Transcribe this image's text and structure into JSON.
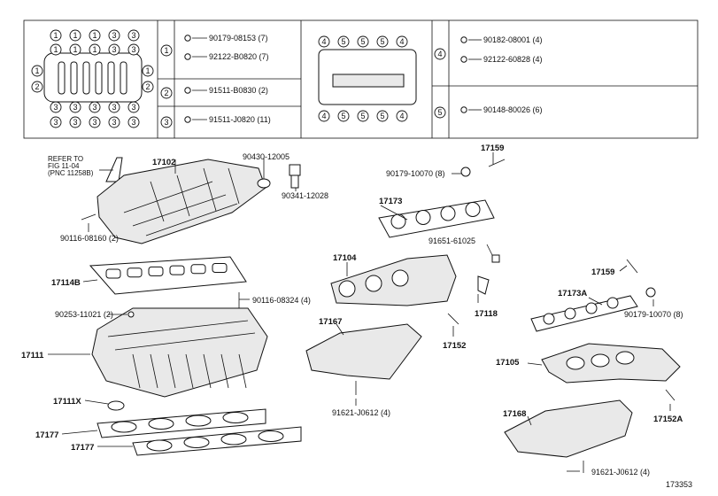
{
  "legend": {
    "items": [
      {
        "key": "1",
        "parts": [
          "90179-08153 (7)",
          "92122-B0820 (7)"
        ]
      },
      {
        "key": "2",
        "parts": [
          "91511-B0830 (2)"
        ]
      },
      {
        "key": "3",
        "parts": [
          "91511-J0820 (11)"
        ]
      },
      {
        "key": "4",
        "parts": [
          "90182-08001 (4)",
          "92122-60828 (4)"
        ]
      },
      {
        "key": "5",
        "parts": [
          "90148-80026 (6)"
        ]
      }
    ],
    "intake_map": {
      "top_row": [
        "1",
        "1",
        "1",
        "3",
        "3"
      ],
      "second_row": [
        "1",
        "1",
        "1",
        "3",
        "3"
      ],
      "left_col": [
        "1",
        "2"
      ],
      "right_col": [
        "1",
        "2"
      ],
      "bottom_row1": [
        "3",
        "3",
        "3",
        "3",
        "3"
      ],
      "bottom_row2": [
        "3",
        "3",
        "3",
        "3",
        "3"
      ]
    },
    "exhaust_map": {
      "top": [
        "4",
        "5",
        "5",
        "5",
        "4"
      ],
      "bottom": [
        "4",
        "5",
        "5",
        "5",
        "4"
      ]
    }
  },
  "callouts": {
    "refer_line1": "REFER TO",
    "refer_line2": "FIG 11-04",
    "refer_line3": "(PNC 11258B)",
    "p17102": "17102",
    "p90430": "90430-12005",
    "p90341": "90341-12028",
    "p90116a": "90116-08160 (2)",
    "p17114B": "17114B",
    "p90116b": "90116-08324 (4)",
    "p90253": "90253-11021 (2)",
    "p17111": "17111",
    "p17111X": "17111X",
    "p17177a": "17177",
    "p17177b": "17177",
    "p17159a": "17159",
    "p90179a": "90179-10070 (8)",
    "p17173": "17173",
    "p91651": "91651-61025",
    "p17104": "17104",
    "p17118": "17118",
    "p17152": "17152",
    "p17167": "17167",
    "p91621a": "91621-J0612 (4)",
    "p17159b": "17159",
    "p17173A": "17173A",
    "p90179b": "90179-10070 (8)",
    "p17105": "17105",
    "p17152A": "17152A",
    "p17168": "17168",
    "p91621b": "91621-J0612 (4)",
    "figure_no": "173353"
  }
}
